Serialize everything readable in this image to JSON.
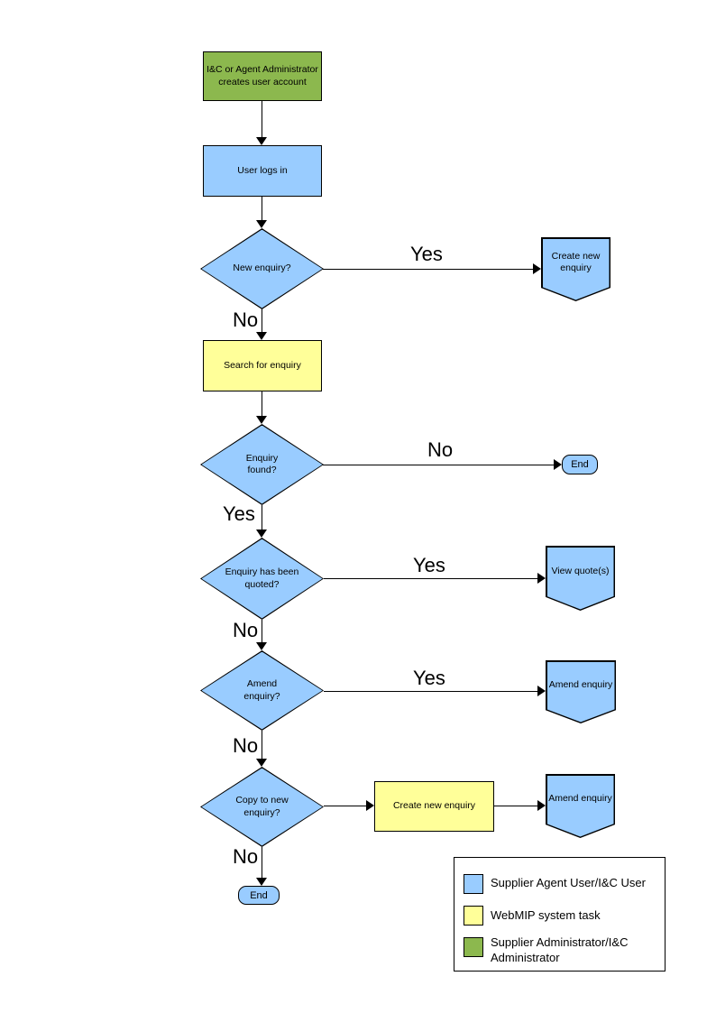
{
  "colors": {
    "blue": "#99CCFF",
    "yellow": "#FFFF99",
    "green": "#8CB84E",
    "line": "#000000",
    "background": "#FFFFFF"
  },
  "nodes": {
    "create_account": "I&C or Agent Administrator creates user account",
    "user_logs_in": "User logs in",
    "new_enquiry": "New enquiry?",
    "create_new_enquiry_connector": "Create new enquiry",
    "search_for_enquiry": "Search for enquiry",
    "enquiry_found": "Enquiry found?",
    "end_not_found": "End",
    "enquiry_quoted": "Enquiry has been quoted?",
    "view_quotes": "View quote(s)",
    "amend_enquiry_decision": "Amend enquiry?",
    "amend_enquiry_connector1": "Amend enquiry",
    "copy_to_new_enquiry": "Copy to new enquiry?",
    "create_new_enquiry_task": "Create new enquiry",
    "amend_enquiry_connector2": "Amend enquiry",
    "end_final": "End"
  },
  "edge_labels": {
    "new_enquiry_yes": "Yes",
    "new_enquiry_no": "No",
    "enquiry_found_no": "No",
    "enquiry_found_yes": "Yes",
    "enquiry_quoted_yes": "Yes",
    "enquiry_quoted_no": "No",
    "amend_yes": "Yes",
    "amend_no": "No",
    "copy_no": "No"
  },
  "legend": {
    "items": [
      {
        "color": "#99CCFF",
        "label": "Supplier Agent User/I&C User"
      },
      {
        "color": "#FFFF99",
        "label": "WebMIP system task"
      },
      {
        "color": "#8CB84E",
        "label": "Supplier Administrator/I&C Administrator"
      }
    ]
  }
}
